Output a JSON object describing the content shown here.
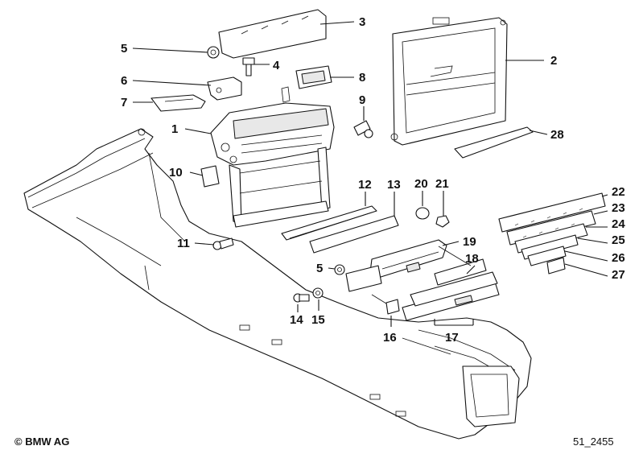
{
  "diagram": {
    "callouts": {
      "c1": "1",
      "c2": "2",
      "c3": "3",
      "c4": "4",
      "c5a": "5",
      "c5b": "5",
      "c6": "6",
      "c7": "7",
      "c8": "8",
      "c9": "9",
      "c10": "10",
      "c11": "11",
      "c12": "12",
      "c13": "13",
      "c14": "14",
      "c15": "15",
      "c16": "16",
      "c17": "17",
      "c18": "18",
      "c19": "19",
      "c20": "20",
      "c21": "21",
      "c22": "22",
      "c23": "23",
      "c24": "24",
      "c25": "25",
      "c26": "26",
      "c27": "27",
      "c28": "28"
    },
    "copyright": "© BMW AG",
    "figure_id": "51_2455"
  }
}
